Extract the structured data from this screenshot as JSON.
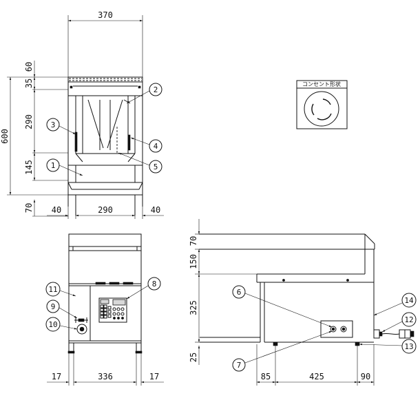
{
  "front_view": {
    "width_overall": "370",
    "height_overall": "600",
    "dim_top": "60",
    "dim_rim": "35",
    "dim_tank": "290",
    "dim_lower": "145",
    "dim_leg": "70",
    "dim_side_left": "40",
    "dim_inner": "290",
    "dim_side_right": "40"
  },
  "outlet_box": {
    "label": "コンセント形状"
  },
  "lower_front_view": {
    "dim_left": "17",
    "dim_width": "336",
    "dim_right": "17"
  },
  "side_view": {
    "dim_top": "70",
    "dim_deck": "150",
    "dim_body": "325",
    "dim_leg": "25",
    "dim_front": "85",
    "dim_depth": "425",
    "dim_back": "90"
  },
  "callouts": [
    "1",
    "2",
    "3",
    "4",
    "5",
    "6",
    "7",
    "8",
    "9",
    "10",
    "11",
    "12",
    "13",
    "14"
  ]
}
